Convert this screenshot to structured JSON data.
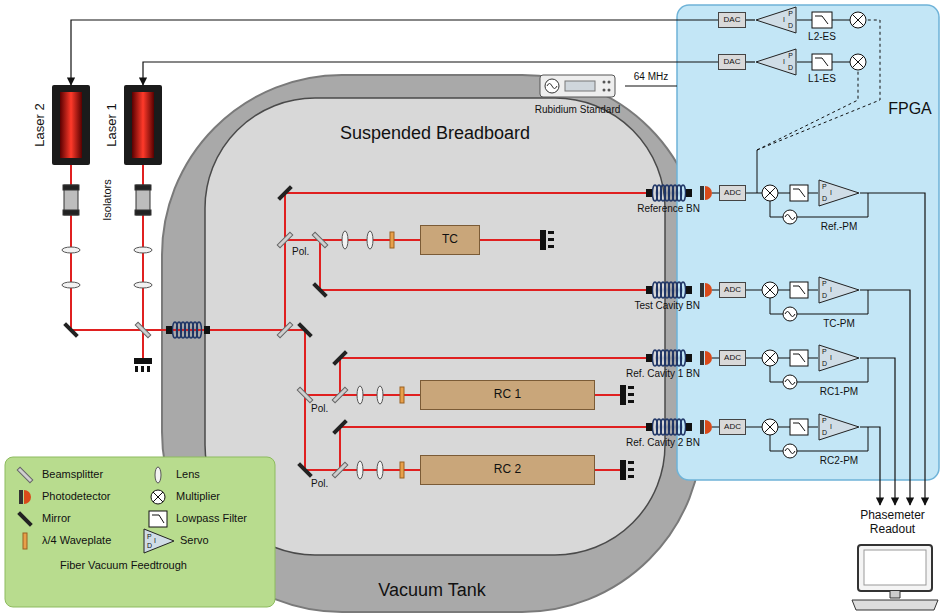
{
  "diagram": {
    "nodes": [
      {
        "text": [
          "Laser 2"
        ]
      },
      {
        "text": [
          "Laser 1"
        ]
      },
      {
        "text": [
          "Vacuum Tank"
        ]
      },
      {
        "text": [
          "Suspended Breadboard"
        ],
        "in": 2
      },
      {
        "text": [
          "TC"
        ],
        "in": 3
      },
      {
        "text": [
          "RC 1"
        ],
        "in": 3
      },
      {
        "text": [
          "RC 2"
        ],
        "in": 3
      },
      {
        "text": [
          "Rubidium Standard"
        ]
      },
      {
        "text": [
          "FPGA"
        ]
      },
      {
        "text": [
          "DAC"
        ],
        "in": 8
      },
      {
        "text": [
          "DAC"
        ],
        "in": 8
      },
      {
        "text": [
          "P",
          "I",
          "D"
        ],
        "in": 8
      },
      {
        "text": [
          "P",
          "I",
          "D"
        ],
        "in": 8
      },
      {
        "text": [
          "ADC"
        ],
        "in": 8
      },
      {
        "text": [
          "ADC"
        ],
        "in": 8
      },
      {
        "text": [
          "ADC"
        ],
        "in": 8
      },
      {
        "text": [
          "ADC"
        ],
        "in": 8
      },
      {
        "text": [
          "P",
          "I",
          "D"
        ],
        "in": 8
      },
      {
        "text": [
          "P",
          "I",
          "D"
        ],
        "in": 8
      },
      {
        "text": [
          "P",
          "I",
          "D"
        ],
        "in": 8
      },
      {
        "text": [
          "P",
          "I",
          "D"
        ],
        "in": 8
      },
      {
        "text": [
          "Phasemeter Readout"
        ]
      }
    ],
    "edges": [
      {
        "from": 9,
        "to": 0,
        "arrow": "to"
      },
      {
        "from": 10,
        "to": 1,
        "arrow": "to"
      },
      {
        "from": 11,
        "to": 9,
        "arrow": "none"
      },
      {
        "from": 12,
        "to": 10,
        "arrow": "none"
      },
      {
        "from": 7,
        "to": 8,
        "label": "64 MHz",
        "arrow": "none"
      },
      {
        "from": 17,
        "to": 21,
        "arrow": "to"
      },
      {
        "from": 18,
        "to": 21,
        "arrow": "to"
      },
      {
        "from": 19,
        "to": 21,
        "arrow": "to"
      },
      {
        "from": 20,
        "to": 21,
        "arrow": "to"
      }
    ],
    "labels": [
      "Isolators",
      "Pol.",
      "Pol.",
      "Pol.",
      "Reference BN",
      "Test Cavity BN",
      "Ref. Cavity 1 BN",
      "Ref. Cavity 2 BN",
      "L2-ES",
      "L1-ES",
      "Ref.-PM",
      "TC-PM",
      "RC1-PM",
      "RC2-PM",
      "P",
      "I",
      "D"
    ],
    "legend": [
      {
        "text": "Beamsplitter"
      },
      {
        "text": "Lens"
      },
      {
        "text": "Photodetector"
      },
      {
        "text": "Multiplier"
      },
      {
        "text": "Mirror"
      },
      {
        "text": "Lowpass Filter"
      },
      {
        "text": "λ/4 Waveplate"
      },
      {
        "text": "Servo"
      },
      {
        "text": "Fiber Vacuum Feedtrough"
      }
    ]
  }
}
